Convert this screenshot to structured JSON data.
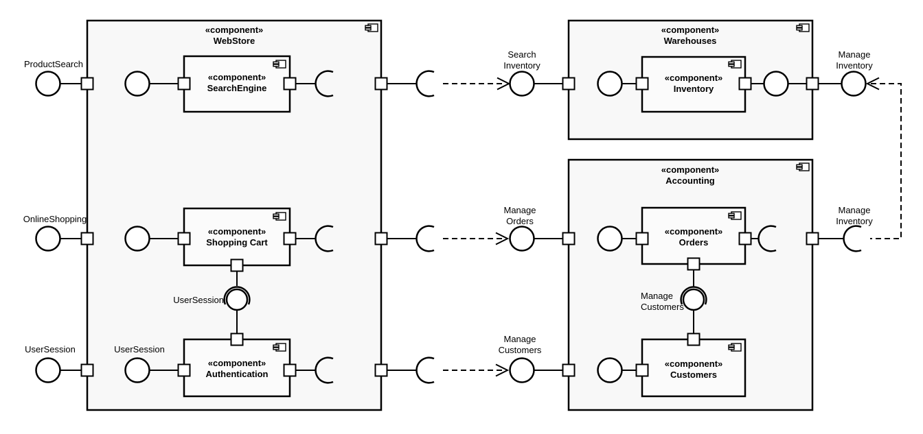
{
  "diagram": {
    "type": "uml-component-diagram",
    "components": {
      "webstore": {
        "stereotype": "«component»",
        "name": "WebStore"
      },
      "search_engine": {
        "stereotype": "«component»",
        "name": "SearchEngine"
      },
      "shopping_cart": {
        "stereotype": "«component»",
        "name": "Shopping Cart"
      },
      "authentication": {
        "stereotype": "«component»",
        "name": "Authentication"
      },
      "warehouses": {
        "stereotype": "«component»",
        "name": "Warehouses"
      },
      "inventory": {
        "stereotype": "«component»",
        "name": "Inventory"
      },
      "accounting": {
        "stereotype": "«component»",
        "name": "Accounting"
      },
      "orders": {
        "stereotype": "«component»",
        "name": "Orders"
      },
      "customers": {
        "stereotype": "«component»",
        "name": "Customers"
      }
    },
    "labels": {
      "product_search": "ProductSearch",
      "online_shopping": "OnlineShopping",
      "user_session_outer": "UserSession",
      "user_session_inner": "UserSession",
      "user_session_connector": "UserSession",
      "search_inventory": {
        "l1": "Search",
        "l2": "Inventory"
      },
      "manage_orders": {
        "l1": "Manage",
        "l2": "Orders"
      },
      "manage_customers": {
        "l1": "Manage",
        "l2": "Customers"
      },
      "manage_customers_connector": {
        "l1": "Manage",
        "l2": "Customers"
      },
      "manage_inventory_provided": {
        "l1": "Manage",
        "l2": "Inventory"
      },
      "manage_inventory_required": {
        "l1": "Manage",
        "l2": "Inventory"
      }
    },
    "colors": {
      "stroke": "#000000",
      "component_fill": "#f8f8f8",
      "subcomponent_fill": "#fbfbfb",
      "background": "#ffffff"
    }
  }
}
